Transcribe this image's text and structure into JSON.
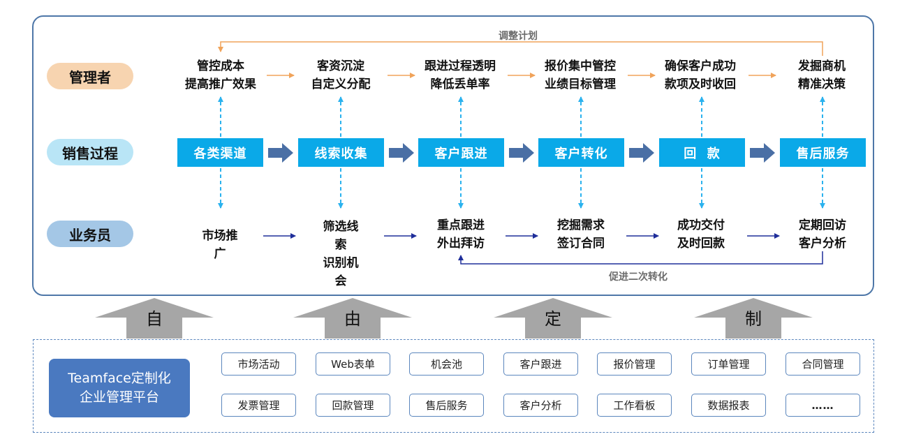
{
  "rows": {
    "manager": {
      "label": "管理者",
      "color": "#f7d4b0"
    },
    "process": {
      "label": "销售过程",
      "color": "#b9e5f6"
    },
    "staff": {
      "label": "业务员",
      "color": "#a4c7e6"
    }
  },
  "manager_goals": [
    {
      "line1": "管控成本",
      "line2": "提高推广效果"
    },
    {
      "line1": "客资沉淀",
      "line2": "自定义分配"
    },
    {
      "line1": "跟进过程透明",
      "line2": "降低丢单率"
    },
    {
      "line1": "报价集中管控",
      "line2": "业绩目标管理"
    },
    {
      "line1": "确保客户成功",
      "line2": "款项及时收回"
    },
    {
      "line1": "发掘商机",
      "line2": "精准决策"
    }
  ],
  "stages": [
    "各类渠道",
    "线索收集",
    "客户跟进",
    "客户转化",
    "回  款",
    "售后服务"
  ],
  "staff_tasks": [
    {
      "lines": [
        "市场推",
        "广"
      ]
    },
    {
      "lines": [
        "筛选线",
        "索",
        "识别机",
        "会"
      ]
    },
    {
      "lines": [
        "重点跟进",
        "外出拜访"
      ]
    },
    {
      "lines": [
        "挖掘需求",
        "签订合同"
      ]
    },
    {
      "lines": [
        "成功交付",
        "及时回款"
      ]
    },
    {
      "lines": [
        "定期回访",
        "客户分析"
      ]
    }
  ],
  "loops": {
    "top": "调整计划",
    "bottom": "促进二次转化"
  },
  "slogan": [
    "自",
    "由",
    "定",
    "制"
  ],
  "platform": {
    "line1": "Teamface定制化",
    "line2": "企业管理平台"
  },
  "modules": [
    "市场活动",
    "Web表单",
    "机会池",
    "客户跟进",
    "报价管理",
    "订单管理",
    "合同管理",
    "发票管理",
    "回款管理",
    "售后服务",
    "客户分析",
    "工作看板",
    "数据报表",
    "……"
  ],
  "colors": {
    "frame": "#4e77a8",
    "stage": "#0aa9e8",
    "manager_arrow": "#f0a35a",
    "process_arrow": "#4a6fa5",
    "staff_arrow": "#1f2e9a",
    "dashed_link": "#2bb2ee",
    "big_arrow": "#a6a6a6",
    "platform": "#4a79c0"
  }
}
